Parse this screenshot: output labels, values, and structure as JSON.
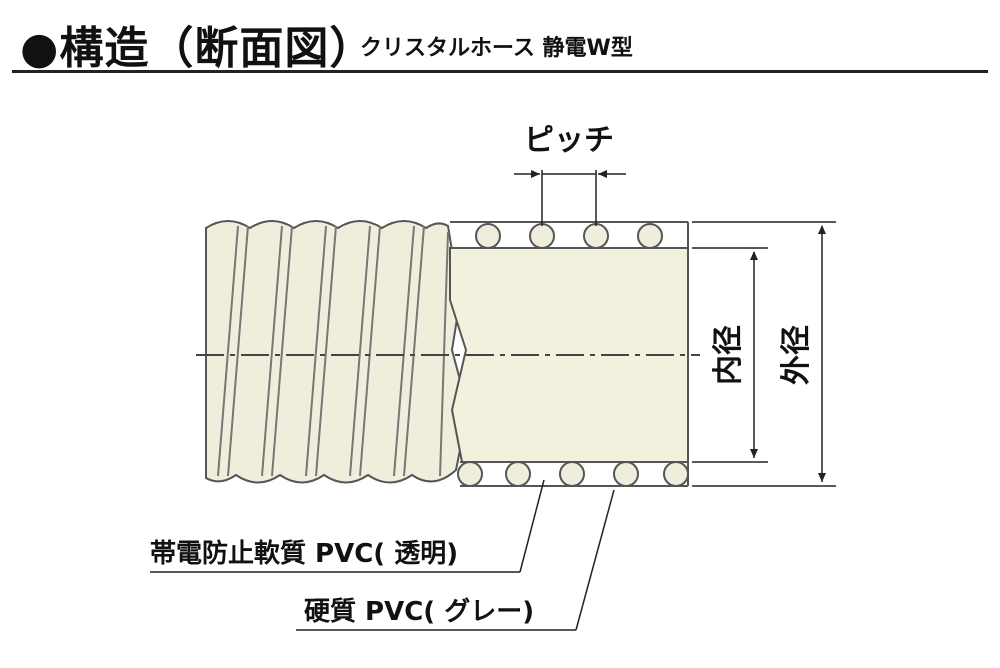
{
  "header": {
    "title": "●構造（断面図）",
    "subtitle": "クリスタルホース 静電W型"
  },
  "diagram": {
    "pitch_label": "ピッチ",
    "inner_diameter_label": "内径",
    "outer_diameter_label": "外径",
    "material_1_label": "帯電防止軟質 PVC( 透明)",
    "material_2_label": "硬質 PVC( グレー)",
    "colors": {
      "hose_body": "#efeedd",
      "tube_inner": "#f2f1de",
      "outline": "#555555",
      "dimension_line": "#222222"
    }
  }
}
